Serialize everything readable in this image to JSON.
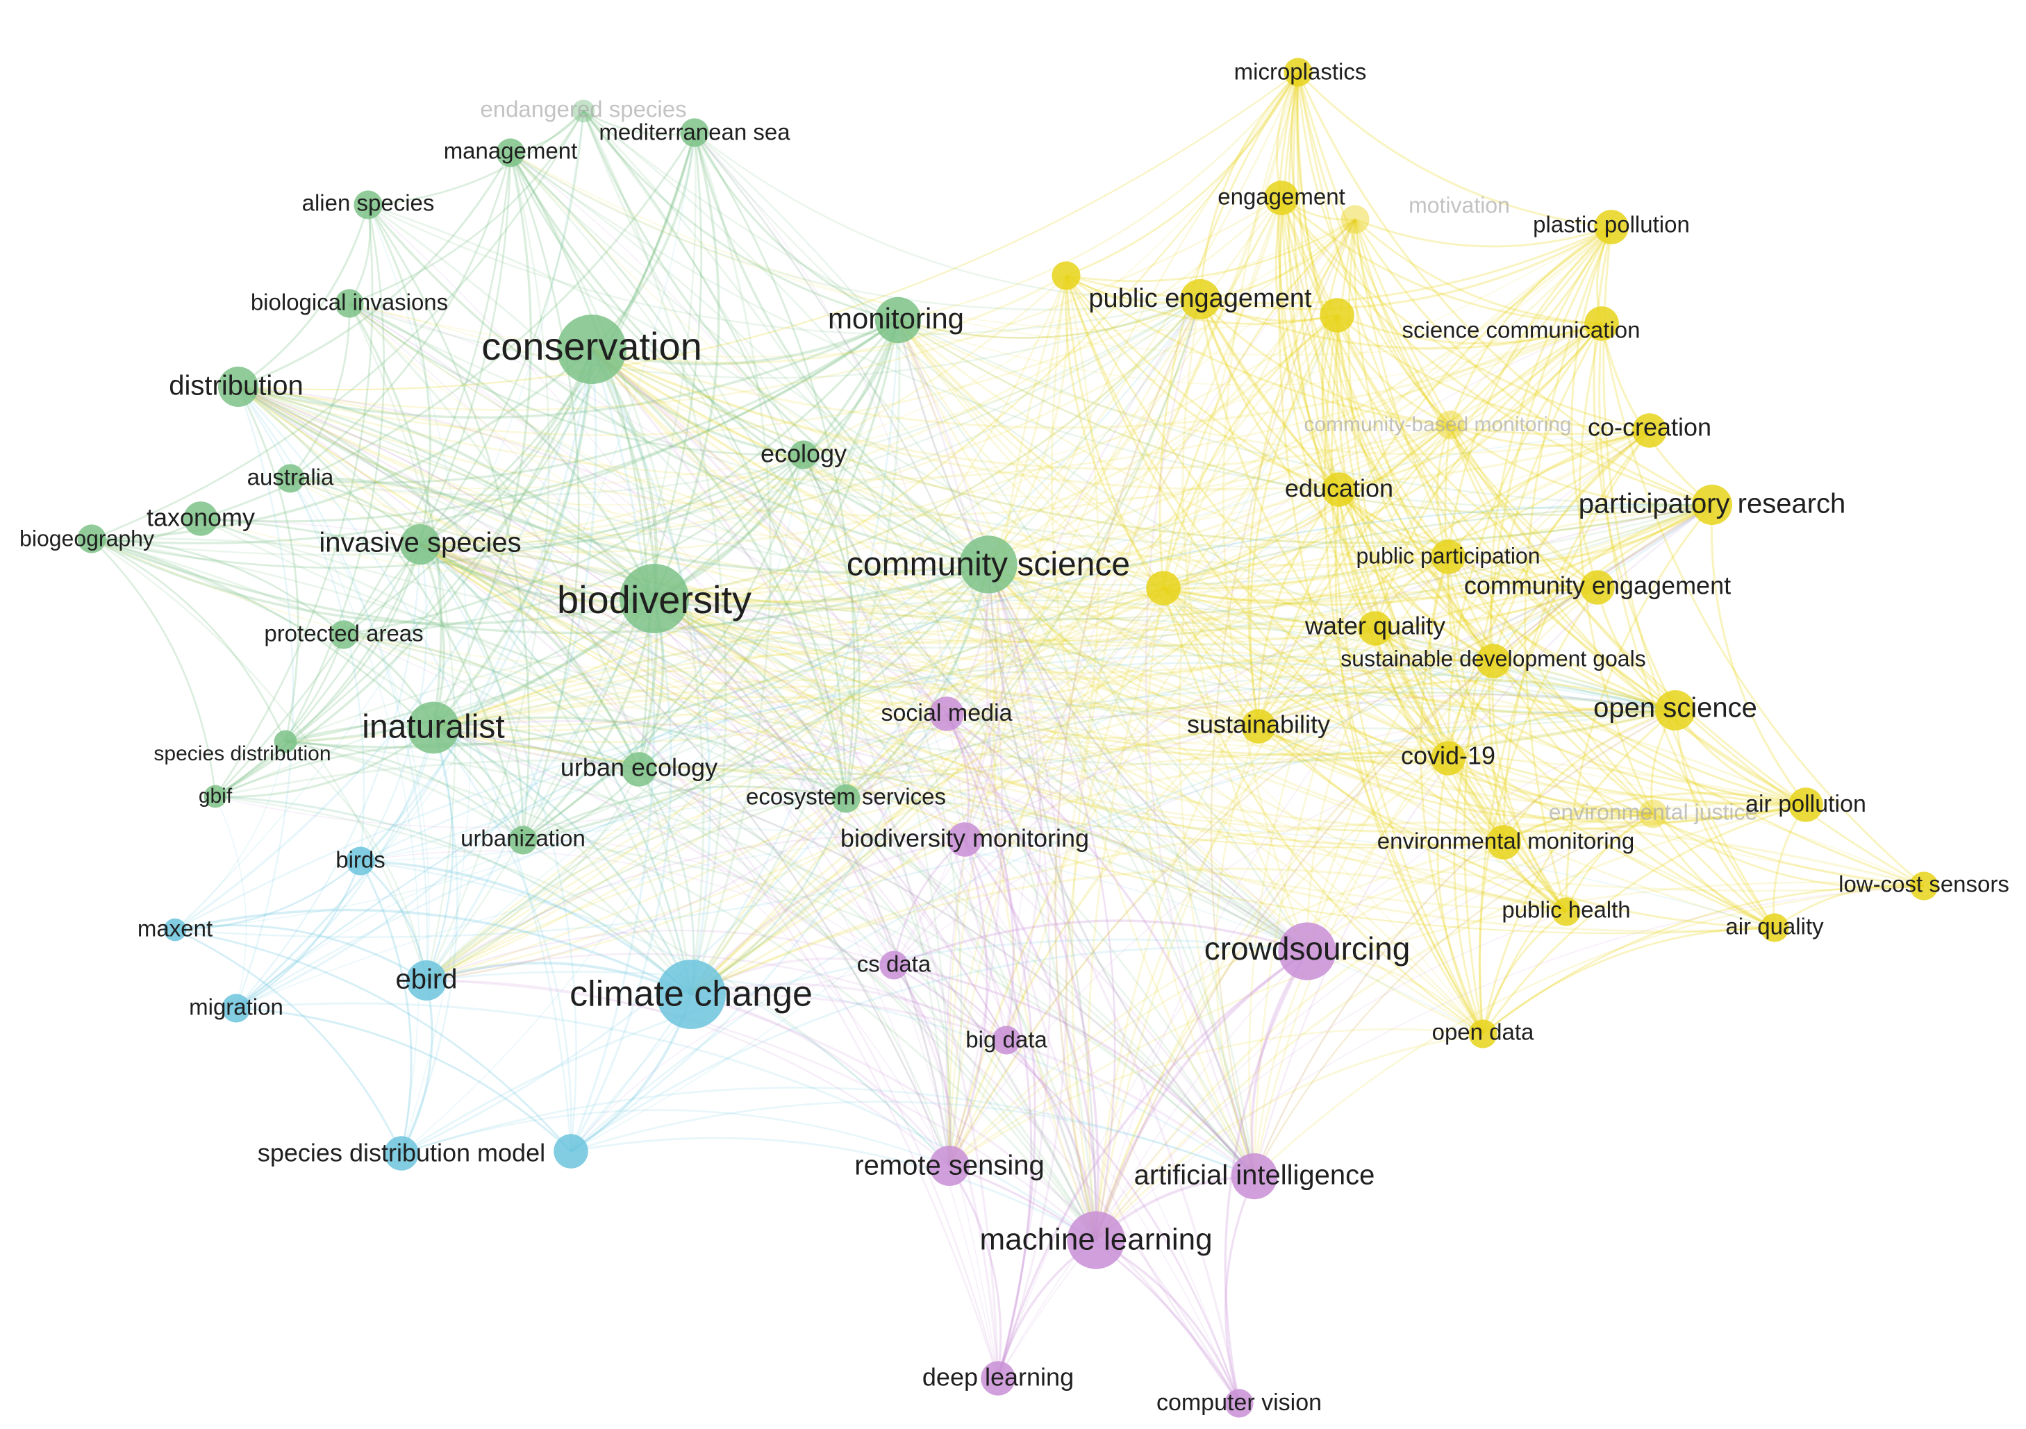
{
  "network": {
    "clusters": [
      {
        "id": "green",
        "color": "#7cc287"
      },
      {
        "id": "yellow",
        "color": "#e8d31a"
      },
      {
        "id": "blue",
        "color": "#6cc4dd"
      },
      {
        "id": "purple",
        "color": "#c98fd6"
      }
    ],
    "nodes": [
      {
        "id": "conservation",
        "label": "conservation",
        "cluster": "green",
        "weight": 10
      },
      {
        "id": "biodiversity",
        "label": "biodiversity",
        "cluster": "green",
        "weight": 10
      },
      {
        "id": "community_science",
        "label": "community science",
        "cluster": "green",
        "weight": 8
      },
      {
        "id": "monitoring",
        "label": "monitoring",
        "cluster": "green",
        "weight": 6
      },
      {
        "id": "inaturalist",
        "label": "inaturalist",
        "cluster": "green",
        "weight": 7
      },
      {
        "id": "distribution",
        "label": "distribution",
        "cluster": "green",
        "weight": 5
      },
      {
        "id": "invasive_species",
        "label": "invasive species",
        "cluster": "green",
        "weight": 5
      },
      {
        "id": "urban_ecology",
        "label": "urban ecology",
        "cluster": "green",
        "weight": 4
      },
      {
        "id": "taxonomy",
        "label": "taxonomy",
        "cluster": "green",
        "weight": 4
      },
      {
        "id": "alien_species",
        "label": "alien species",
        "cluster": "green",
        "weight": 3
      },
      {
        "id": "mediterranean_sea",
        "label": "mediterranean sea",
        "cluster": "green",
        "weight": 3
      },
      {
        "id": "management",
        "label": "management",
        "cluster": "green",
        "weight": 3
      },
      {
        "id": "biological_invasions",
        "label": "biological invasions",
        "cluster": "green",
        "weight": 3
      },
      {
        "id": "australia",
        "label": "australia",
        "cluster": "green",
        "weight": 3
      },
      {
        "id": "biogeography",
        "label": "biogeography",
        "cluster": "green",
        "weight": 3
      },
      {
        "id": "ecology",
        "label": "ecology",
        "cluster": "green",
        "weight": 3
      },
      {
        "id": "protected_areas",
        "label": "protected areas",
        "cluster": "green",
        "weight": 3
      },
      {
        "id": "species_distribution",
        "label": "species distribution",
        "cluster": "green",
        "weight": 2
      },
      {
        "id": "gbif",
        "label": "gbif",
        "cluster": "green",
        "weight": 2
      },
      {
        "id": "urbanization",
        "label": "urbanization",
        "cluster": "green",
        "weight": 3
      },
      {
        "id": "ecosystem_services",
        "label": "ecosystem services",
        "cluster": "green",
        "weight": 3
      },
      {
        "id": "endangered_species",
        "label": "endangered species",
        "cluster": "green",
        "weight": 2
      },
      {
        "id": "microplastics",
        "label": "microplastics",
        "cluster": "yellow",
        "weight": 3
      },
      {
        "id": "engagement",
        "label": "engagement",
        "cluster": "yellow",
        "weight": 4
      },
      {
        "id": "motivation",
        "label": "motivation",
        "cluster": "yellow",
        "weight": 3
      },
      {
        "id": "plastic_pollution",
        "label": "plastic pollution",
        "cluster": "yellow",
        "weight": 4
      },
      {
        "id": "public_engagement",
        "label": "public engagement",
        "cluster": "yellow",
        "weight": 5
      },
      {
        "id": "science_communication",
        "label": "science communication",
        "cluster": "yellow",
        "weight": 4
      },
      {
        "id": "community_based_monitoring",
        "label": "community-based monitoring",
        "cluster": "yellow",
        "weight": 3
      },
      {
        "id": "co_creation",
        "label": "co-creation",
        "cluster": "yellow",
        "weight": 4
      },
      {
        "id": "education",
        "label": "education",
        "cluster": "yellow",
        "weight": 4
      },
      {
        "id": "participatory_research",
        "label": "participatory research",
        "cluster": "yellow",
        "weight": 5
      },
      {
        "id": "public_participation",
        "label": "public participation",
        "cluster": "yellow",
        "weight": 4
      },
      {
        "id": "community_engagement",
        "label": "community engagement",
        "cluster": "yellow",
        "weight": 4
      },
      {
        "id": "water_quality",
        "label": "water quality",
        "cluster": "yellow",
        "weight": 4
      },
      {
        "id": "sustainable_development_goals",
        "label": "sustainable development goals",
        "cluster": "yellow",
        "weight": 4
      },
      {
        "id": "sustainability",
        "label": "sustainability",
        "cluster": "yellow",
        "weight": 4
      },
      {
        "id": "open_science",
        "label": "open science",
        "cluster": "yellow",
        "weight": 5
      },
      {
        "id": "covid_19",
        "label": "covid-19",
        "cluster": "yellow",
        "weight": 4
      },
      {
        "id": "environmental_justice",
        "label": "environmental justice",
        "cluster": "yellow",
        "weight": 3
      },
      {
        "id": "air_pollution",
        "label": "air pollution",
        "cluster": "yellow",
        "weight": 4
      },
      {
        "id": "environmental_monitoring",
        "label": "environmental monitoring",
        "cluster": "yellow",
        "weight": 4
      },
      {
        "id": "low_cost_sensors",
        "label": "low-cost sensors",
        "cluster": "yellow",
        "weight": 3
      },
      {
        "id": "public_health",
        "label": "public health",
        "cluster": "yellow",
        "weight": 3
      },
      {
        "id": "air_quality",
        "label": "air quality",
        "cluster": "yellow",
        "weight": 3
      },
      {
        "id": "open_data",
        "label": "open data",
        "cluster": "yellow",
        "weight": 3
      },
      {
        "id": "yellow_hub",
        "label": "",
        "cluster": "yellow",
        "weight": 4
      },
      {
        "id": "yellow_upper_left",
        "label": "",
        "cluster": "yellow",
        "weight": 3
      },
      {
        "id": "yellow_community_science",
        "label": "",
        "cluster": "yellow",
        "weight": 4
      },
      {
        "id": "climate_change",
        "label": "climate change",
        "cluster": "blue",
        "weight": 10
      },
      {
        "id": "ebird",
        "label": "ebird",
        "cluster": "blue",
        "weight": 5
      },
      {
        "id": "birds",
        "label": "birds",
        "cluster": "blue",
        "weight": 3
      },
      {
        "id": "maxent",
        "label": "maxent",
        "cluster": "blue",
        "weight": 2
      },
      {
        "id": "migration",
        "label": "migration",
        "cluster": "blue",
        "weight": 3
      },
      {
        "id": "species_distribution_model",
        "label": "species distribution model",
        "cluster": "blue",
        "weight": 4
      },
      {
        "id": "sdm_right",
        "label": "",
        "cluster": "blue",
        "weight": 4
      },
      {
        "id": "crowdsourcing",
        "label": "crowdsourcing",
        "cluster": "purple",
        "weight": 8
      },
      {
        "id": "machine_learning",
        "label": "machine learning",
        "cluster": "purple",
        "weight": 8
      },
      {
        "id": "artificial_intelligence",
        "label": "artificial intelligence",
        "cluster": "purple",
        "weight": 6
      },
      {
        "id": "remote_sensing",
        "label": "remote sensing",
        "cluster": "purple",
        "weight": 5
      },
      {
        "id": "social_media",
        "label": "social media",
        "cluster": "purple",
        "weight": 4
      },
      {
        "id": "biodiversity_monitoring",
        "label": "biodiversity monitoring",
        "cluster": "purple",
        "weight": 4
      },
      {
        "id": "cs_data",
        "label": "cs data",
        "cluster": "purple",
        "weight": 3
      },
      {
        "id": "big_data",
        "label": "big data",
        "cluster": "purple",
        "weight": 3
      },
      {
        "id": "deep_learning",
        "label": "deep learning",
        "cluster": "purple",
        "weight": 4
      },
      {
        "id": "computer_vision",
        "label": "computer vision",
        "cluster": "purple",
        "weight": 3
      }
    ]
  }
}
